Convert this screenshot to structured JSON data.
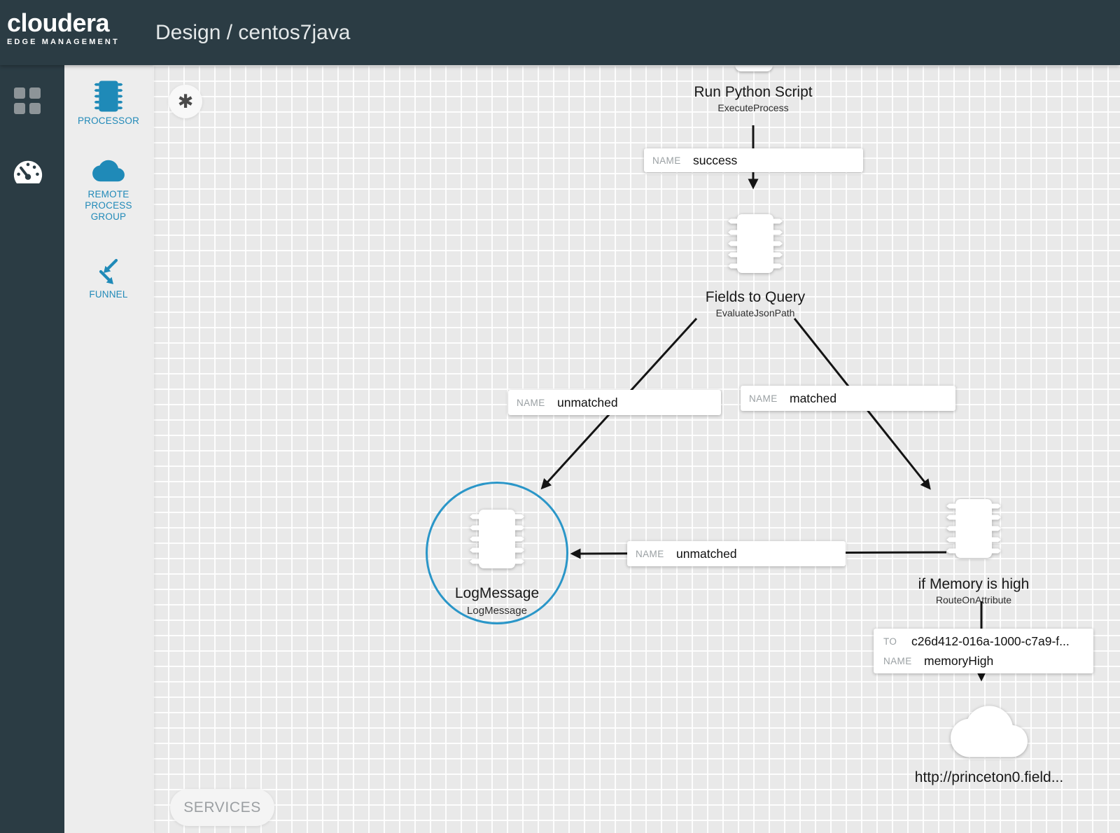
{
  "header": {
    "brand": "cloudera",
    "brand_tagline": "EDGE MANAGEMENT",
    "title": "Design / centos7java"
  },
  "palette": {
    "processor_label": "PROCESSOR",
    "remote_process_group_label": "REMOTE PROCESS GROUP",
    "funnel_label": "FUNNEL"
  },
  "canvas": {
    "new_component_glyph": "✱",
    "services_label": "SERVICES",
    "nodes": {
      "run_python": {
        "title": "Run Python Script",
        "subtitle": "ExecuteProcess"
      },
      "fields_to_query": {
        "title": "Fields to Query",
        "subtitle": "EvaluateJsonPath"
      },
      "log_message": {
        "title": "LogMessage",
        "subtitle": "LogMessage",
        "selected": true
      },
      "if_memory": {
        "title": "if Memory is high",
        "subtitle": "RouteOnAttribute"
      },
      "remote_target": {
        "label": "http://princeton0.field..."
      }
    },
    "connections": {
      "success": {
        "key": "NAME",
        "value": "success"
      },
      "fields_unmatched": {
        "key": "NAME",
        "value": "unmatched"
      },
      "fields_matched": {
        "key": "NAME",
        "value": "matched"
      },
      "route_unmatched": {
        "key": "NAME",
        "value": "unmatched"
      },
      "route_memory_high": {
        "to_key": "TO",
        "to_value": "c26d412-016a-1000-c7a9-f...",
        "key": "NAME",
        "value": "memoryHigh"
      }
    }
  },
  "colors": {
    "header_bg": "#2b3c44",
    "accent_blue": "#2089b8",
    "selection_blue": "#2a96c8",
    "canvas_bg": "#e9e9e9"
  }
}
